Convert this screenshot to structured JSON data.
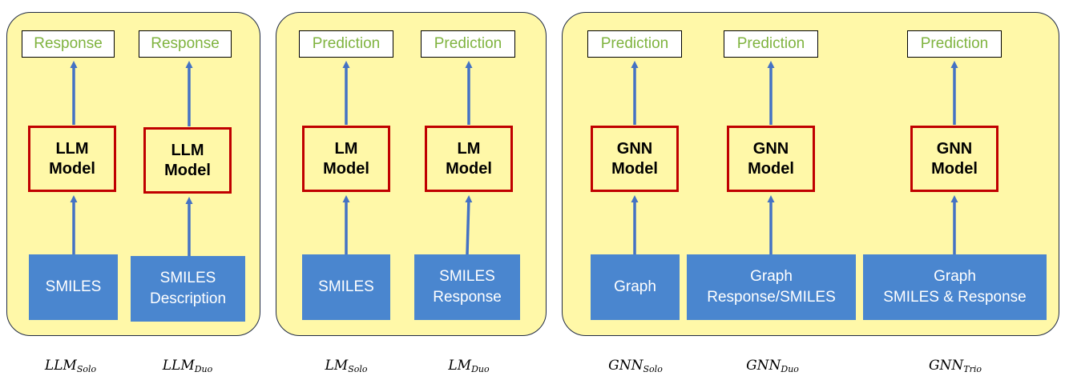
{
  "colors": {
    "panel_fill": "#fff8a8",
    "model_border": "#c00000",
    "input_fill": "#4a86cf",
    "output_text": "#7fb33f",
    "arrow": "#4472c4"
  },
  "labels": {
    "response": "Response",
    "prediction": "Prediction",
    "llm": "LLM",
    "lm": "LM",
    "gnn": "GNN",
    "model": "Model",
    "smiles": "SMILES",
    "description": "Description",
    "response_plain": "Response",
    "graph": "Graph",
    "response_smiles": "Response/SMILES",
    "smiles_and_response": "SMILES & Response"
  },
  "captions": {
    "llm_solo": {
      "base": "LLM",
      "sub": "Solo"
    },
    "llm_duo": {
      "base": "LLM",
      "sub": "Duo"
    },
    "lm_solo": {
      "base": "LM",
      "sub": "Solo"
    },
    "lm_duo": {
      "base": "LM",
      "sub": "Duo"
    },
    "gnn_solo": {
      "base": "GNN",
      "sub": "Solo"
    },
    "gnn_duo": {
      "base": "GNN",
      "sub": "Duo"
    },
    "gnn_trio": {
      "base": "GNN",
      "sub": "Trio"
    }
  }
}
